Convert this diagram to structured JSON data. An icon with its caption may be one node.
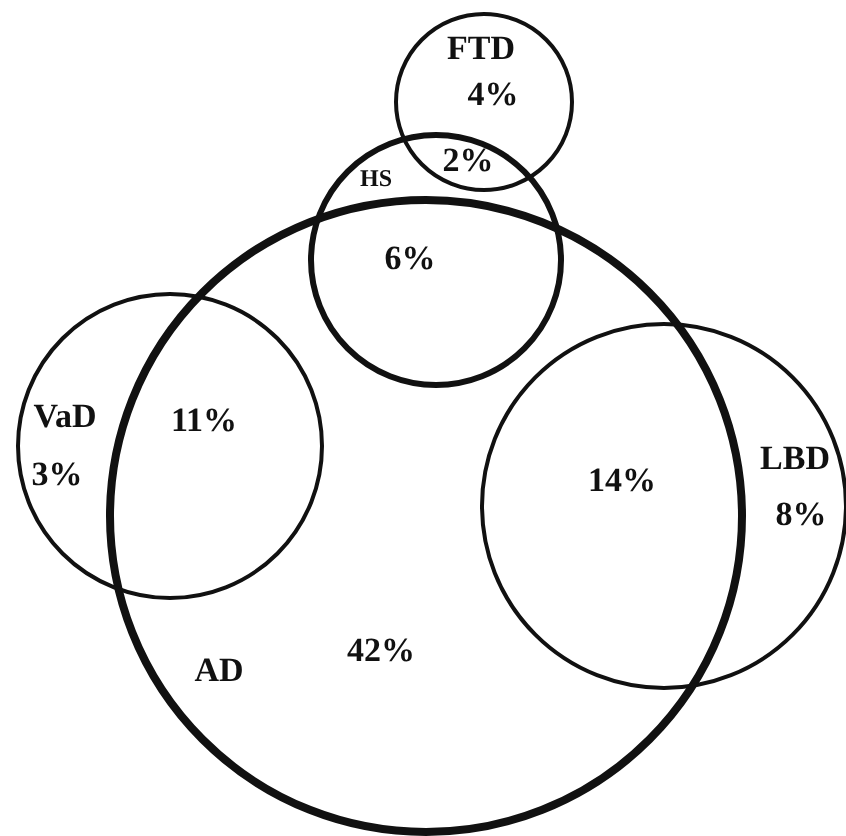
{
  "diagram": {
    "nodes": [
      {
        "text": [
          "FTD",
          "4%"
        ]
      },
      {
        "text": [
          "HS"
        ]
      },
      {
        "text": [
          "AD",
          "42%"
        ]
      },
      {
        "text": [
          "VaD",
          "3%"
        ]
      },
      {
        "text": [
          "LBD",
          "8%"
        ]
      }
    ],
    "labels": [
      "2%",
      "6%",
      "11%",
      "14%"
    ]
  }
}
